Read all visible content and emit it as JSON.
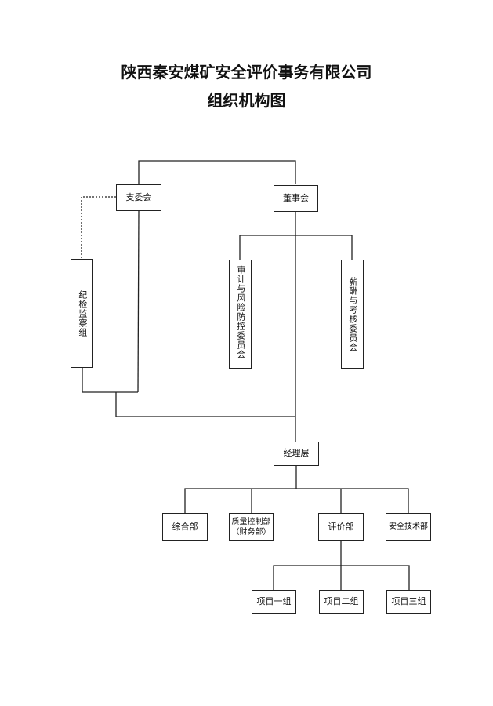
{
  "title": {
    "line1": "陕西秦安煤矿安全评价事务有限公司",
    "line2": "组织机构图"
  },
  "nodes": {
    "party_committee": "支委会",
    "board": "董事会",
    "discipline": "纪检监察组",
    "audit_committee": "审计与风险防控委员会",
    "compensation_committee": "薪酬与考核委员会",
    "management": "经理层",
    "general_dept": "综合部",
    "qc_dept_line1": "质量控制部",
    "qc_dept_line2": "（财务部）",
    "evaluation_dept": "评价部",
    "safety_tech_dept": "安全技术部",
    "project_group_1": "项目一组",
    "project_group_2": "项目二组",
    "project_group_3": "项目三组"
  },
  "colors": {
    "line": "#222222",
    "background": "#ffffff"
  }
}
